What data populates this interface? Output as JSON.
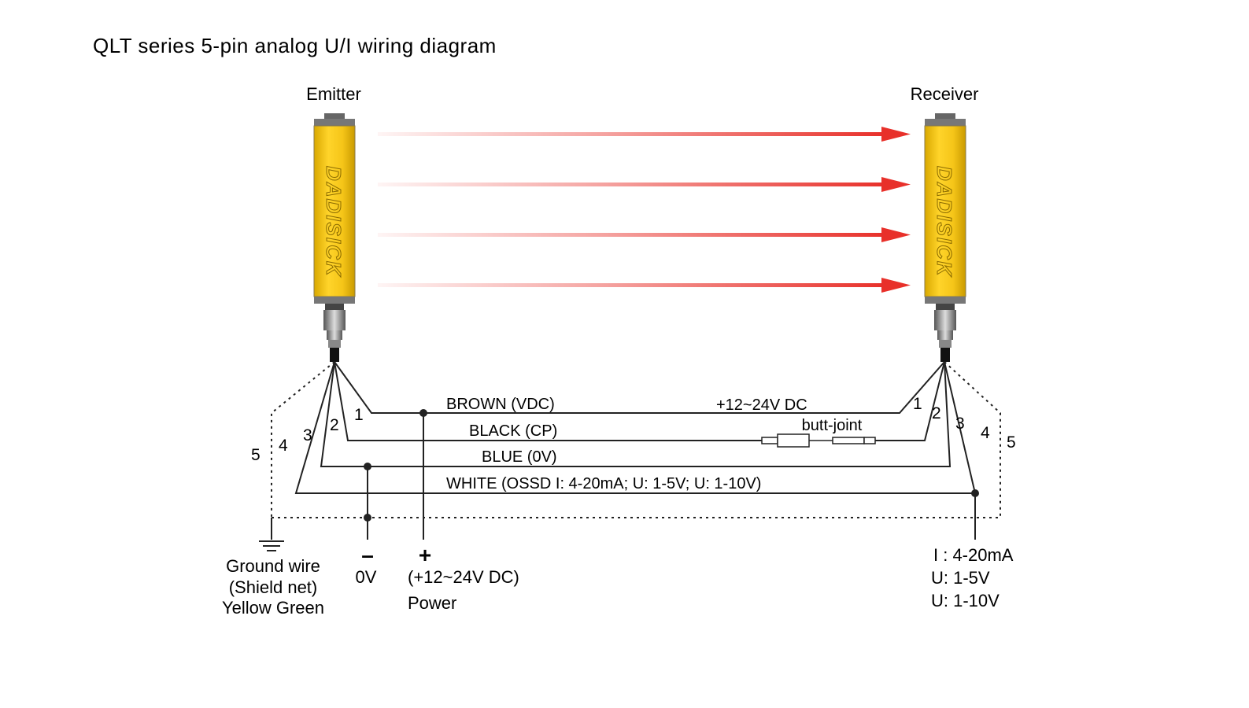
{
  "title": "QLT series 5-pin analog U/I wiring diagram",
  "emitter_label": "Emitter",
  "receiver_label": "Receiver",
  "brand_text": "DADISICK",
  "wires": {
    "brown": "BROWN (VDC)",
    "black": "BLACK (CP)",
    "blue": "BLUE (0V)",
    "white": "WHITE (OSSD I:  4-20mA;  U:  1-5V;  U:  1-10V)"
  },
  "supply_text": "+12~24V DC",
  "butt_joint": "butt-joint",
  "emitter_pins": [
    "1",
    "2",
    "3",
    "4",
    "5"
  ],
  "receiver_pins": [
    "1",
    "2",
    "3",
    "4",
    "5"
  ],
  "ground": {
    "line1": "Ground wire",
    "line2": "(Shield net)",
    "line3": "Yellow Green"
  },
  "negative": {
    "sign": "–",
    "label": "0V"
  },
  "positive": {
    "sign": "+",
    "label": "(+12~24V DC)",
    "sub": "Power"
  },
  "output_values": {
    "line1": "I :  4-20mA",
    "line2": "U:  1-5V",
    "line3": "U:  1-10V"
  },
  "colors": {
    "housing": "#f5c518",
    "housing_edge": "#8a7a4a",
    "beam": "#e8302a",
    "wire": "#222222"
  }
}
